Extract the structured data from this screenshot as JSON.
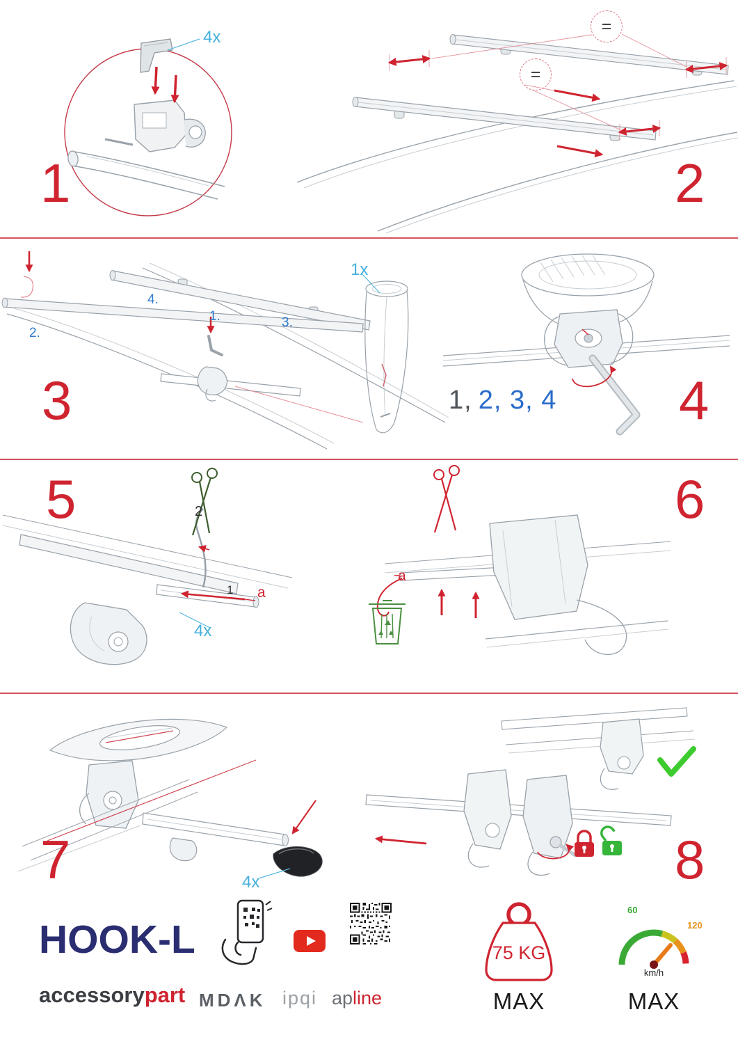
{
  "document": {
    "type": "assembly-instructions",
    "product": "HOOK-L"
  },
  "steps": {
    "s1": {
      "num": "1",
      "qty": "4x"
    },
    "s2": {
      "num": "2",
      "eq1": "=",
      "eq2": "="
    },
    "s3": {
      "num": "3",
      "sub1": "1.",
      "sub2": "2.",
      "sub3": "3.",
      "sub4": "4.",
      "qty": "1x"
    },
    "s4": {
      "num": "4",
      "seq_done": "1,",
      "seq_todo": "2, 3, 4"
    },
    "s5": {
      "num": "5",
      "cut_order": "2",
      "pull_order": "1",
      "part": "a",
      "qty": "4x"
    },
    "s6": {
      "num": "6",
      "part": "a"
    },
    "s7": {
      "num": "7",
      "qty": "4x"
    },
    "s8": {
      "num": "8"
    }
  },
  "footer": {
    "product": "HOOK-L",
    "brand_gray": "accessory",
    "brand_red": "part",
    "logo_mdak": "MDΛK",
    "logo_ipqi": "ipqi",
    "logo_ap": "ap",
    "logo_line": "line",
    "weight_value": "75 KG",
    "weight_max": "MAX",
    "speed_min": "60",
    "speed_max_value": "120",
    "speed_unit": "km/h",
    "speed_max": "MAX"
  },
  "icons": [
    "magnifier-circle",
    "equal-spacing-badge",
    "allen-key",
    "scissors-green",
    "scissors-red",
    "trash-bin",
    "checkmark",
    "padlock-locked",
    "padlock-unlocked",
    "phone-qr-scan",
    "youtube",
    "qr-code",
    "weight",
    "speedometer"
  ],
  "colors": {
    "accent_red": "#cf2430",
    "label_blue": "#45b0dd",
    "step_blue": "#2f7cd0",
    "sequence_blue": "#2a6cc9",
    "drawing_gray": "#98a1a9",
    "brand_navy": "#2b2d71",
    "success_green": "#3ecb2f",
    "scissors_green": "#3f5e2f"
  }
}
